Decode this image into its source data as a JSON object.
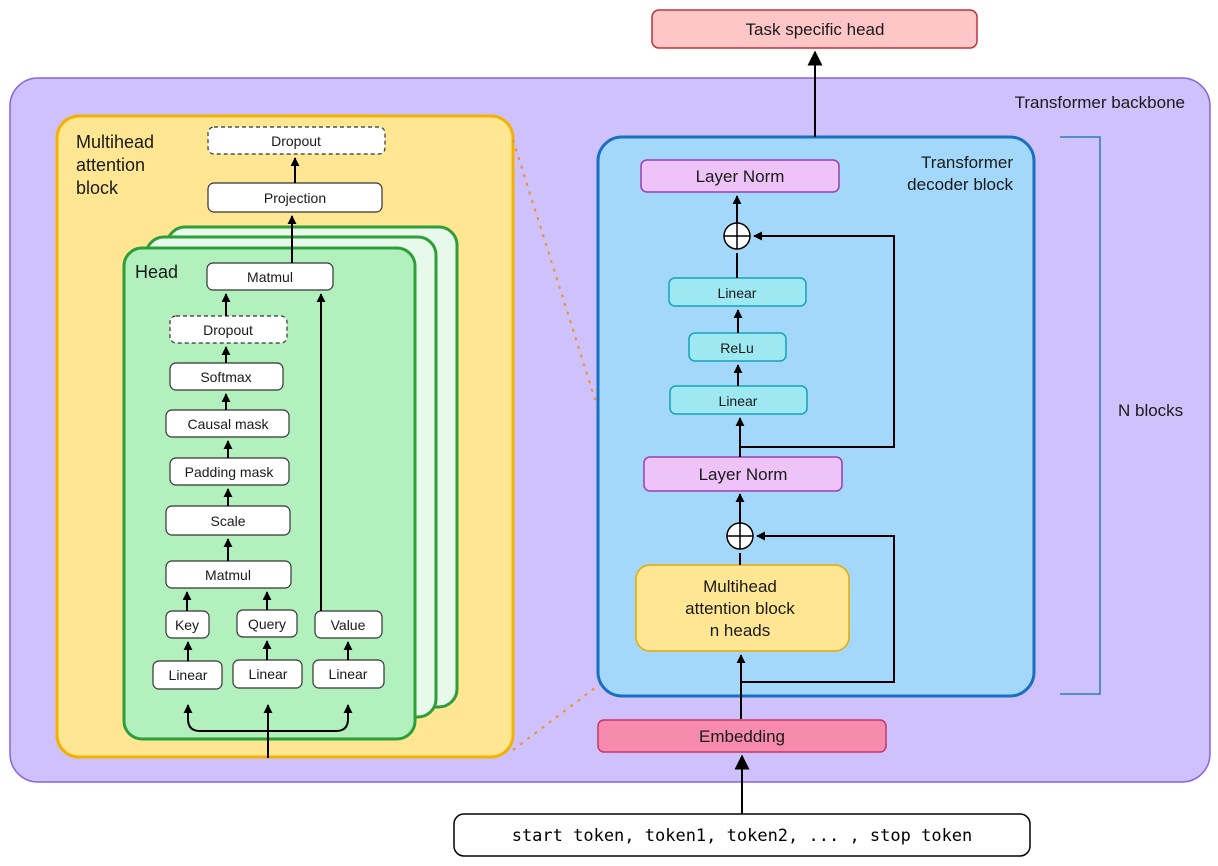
{
  "diagram": {
    "task_head": "Task specific head",
    "backbone_title": "Transformer backbone",
    "decoder": {
      "title_line1": "Transformer",
      "title_line2": "decoder block",
      "top_norm": "Layer Norm",
      "linear_top": "Linear",
      "relu": "ReLu",
      "linear_bottom": "Linear",
      "mid_norm": "Layer Norm",
      "attention_line1": "Multihead",
      "attention_line2": "attention block",
      "attention_line3": "n heads"
    },
    "n_blocks": "N blocks",
    "embedding": "Embedding",
    "input_tokens": "start token, token1, token2, ... , stop token",
    "mha": {
      "title_line1": "Multihead",
      "title_line2": "attention",
      "title_line3": "block",
      "dropout_top": "Dropout",
      "projection": "Projection",
      "head_title": "Head",
      "matmul_top": "Matmul",
      "dropout": "Dropout",
      "softmax": "Softmax",
      "causal_mask": "Causal mask",
      "padding_mask": "Padding mask",
      "scale": "Scale",
      "matmul": "Matmul",
      "key": "Key",
      "query": "Query",
      "value": "Value",
      "linear_key": "Linear",
      "linear_query": "Linear",
      "linear_value": "Linear"
    }
  },
  "colors": {
    "backbone_fill": "#cfc1fb",
    "backbone_stroke": "#8a63e0",
    "mha_fill": "#ffe692",
    "mha_stroke": "#f4b100",
    "head_fill": "#b2f0bd",
    "head_back_fill": "#e6f9ea",
    "head_stroke": "#2f9e3a",
    "decoder_fill": "#a3d8fb",
    "decoder_stroke": "#1a6fc0",
    "norm_fill": "#eec4f8",
    "norm_stroke": "#9b3fb0",
    "cyan_fill": "#9ee8f2",
    "cyan_stroke": "#16a3b8",
    "attn_fill": "#ffe692",
    "attn_stroke": "#e8a900",
    "embedding_fill": "#f78bad",
    "embedding_stroke": "#c2386a",
    "task_fill": "#ffc6c8",
    "task_stroke": "#c0323d",
    "guide_line": "#f0902a",
    "bracket": "#2a7fc0"
  },
  "icons": {
    "residual_add": "circle-plus-icon",
    "arrow": "arrow-up-icon"
  }
}
